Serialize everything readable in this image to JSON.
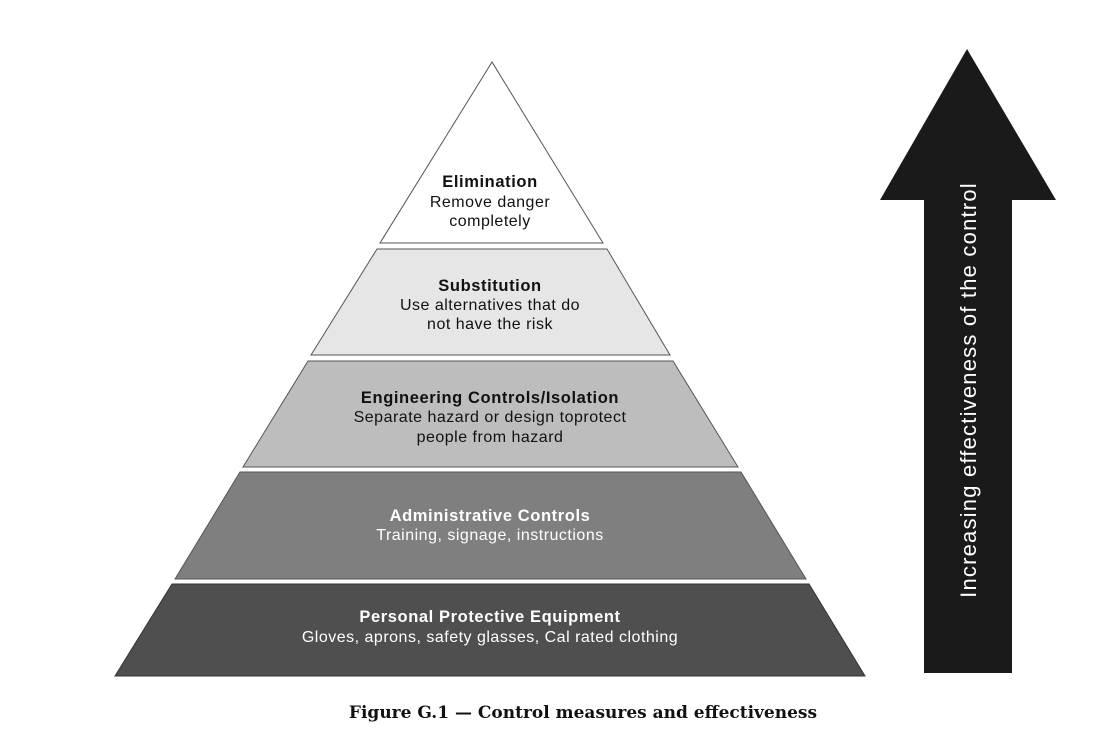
{
  "levels": [
    {
      "title": "Elimination",
      "desc": [
        "Remove danger",
        "completely"
      ],
      "fill": "#ffffff",
      "text_color": "#111111"
    },
    {
      "title": "Substitution",
      "desc": [
        "Use alternatives that do",
        "not have the risk"
      ],
      "fill": "#e6e6e6",
      "text_color": "#111111"
    },
    {
      "title": "Engineering Controls/Isolation",
      "desc": [
        "Separate hazard or design toprotect",
        "people from hazard"
      ],
      "fill": "#bdbdbd",
      "text_color": "#111111"
    },
    {
      "title": "Administrative Controls",
      "desc": [
        "Training, signage, instructions"
      ],
      "fill": "#7f7f7f",
      "text_color": "#ffffff"
    },
    {
      "title": "Personal Protective Equipment",
      "desc": [
        "Gloves, aprons, safety glasses, Cal rated clothing"
      ],
      "fill": "#4f4f4f",
      "text_color": "#ffffff"
    }
  ],
  "arrow": {
    "label": "Increasing effectiveness of the control",
    "fill": "#1a1a1a",
    "text_color": "#ffffff"
  },
  "caption": "Figure G.1 — Control measures and effectiveness"
}
